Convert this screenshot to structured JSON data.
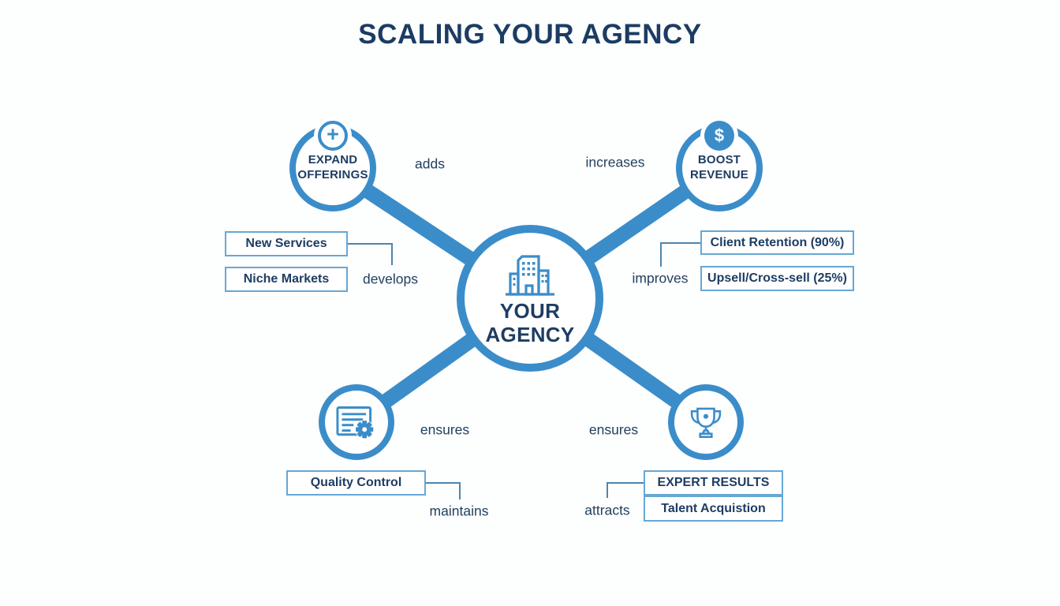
{
  "title": "SCALING YOUR AGENCY",
  "colors": {
    "blue": "#3b8dca",
    "navy": "#1e3d62",
    "box_border": "#67a7d4",
    "connector": "#4e85ad"
  },
  "center_node": {
    "label": "YOUR\nAGENCY",
    "icon": "building-icon"
  },
  "satellites": {
    "expand_offerings": {
      "label": "EXPAND\nOFFERINGS",
      "badge_icon": "plus-icon",
      "badge_glyph": "+"
    },
    "boost_revenue": {
      "label": "BOOST\nREVENUE",
      "badge_icon": "dollar-icon",
      "badge_glyph": "$"
    },
    "quality": {
      "icon": "checklist-gear-icon"
    },
    "expert": {
      "icon": "trophy-icon"
    }
  },
  "edge_labels": {
    "adds": "adds",
    "increases": "increases",
    "develops": "develops",
    "improves": "improves",
    "ensures_left": "ensures",
    "ensures_right": "ensures",
    "maintains": "maintains",
    "attracts": "attracts"
  },
  "boxes": {
    "new_services": "New Services",
    "niche_markets": "Niche Markets",
    "client_retention": "Client Retention (90%)",
    "upsell_cross_sell": "Upsell/Cross-sell (25%)",
    "quality_control": "Quality Control",
    "expert_results": "EXPERT RESULTS",
    "talent_acquisition": "Talent Acquistion"
  }
}
